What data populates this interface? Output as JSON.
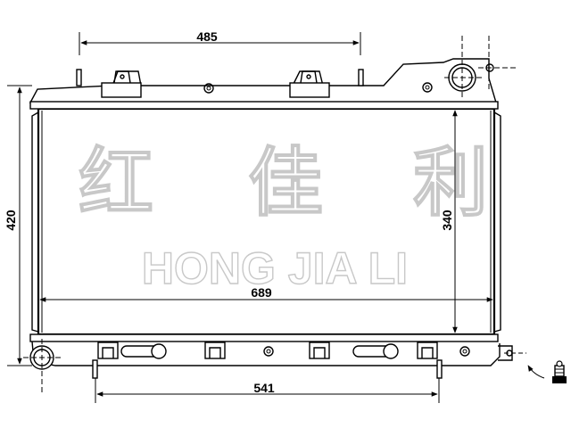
{
  "dimensions": {
    "top_tank_width": "485",
    "height_overall": "420",
    "core_height": "340",
    "core_width": "689",
    "bottom_mount_width": "541"
  },
  "watermark": {
    "cjk": [
      "红",
      "佳",
      "利"
    ],
    "latin": "HONG JIA LI"
  },
  "icons": {
    "drain_plug": "drain-plug-icon"
  }
}
